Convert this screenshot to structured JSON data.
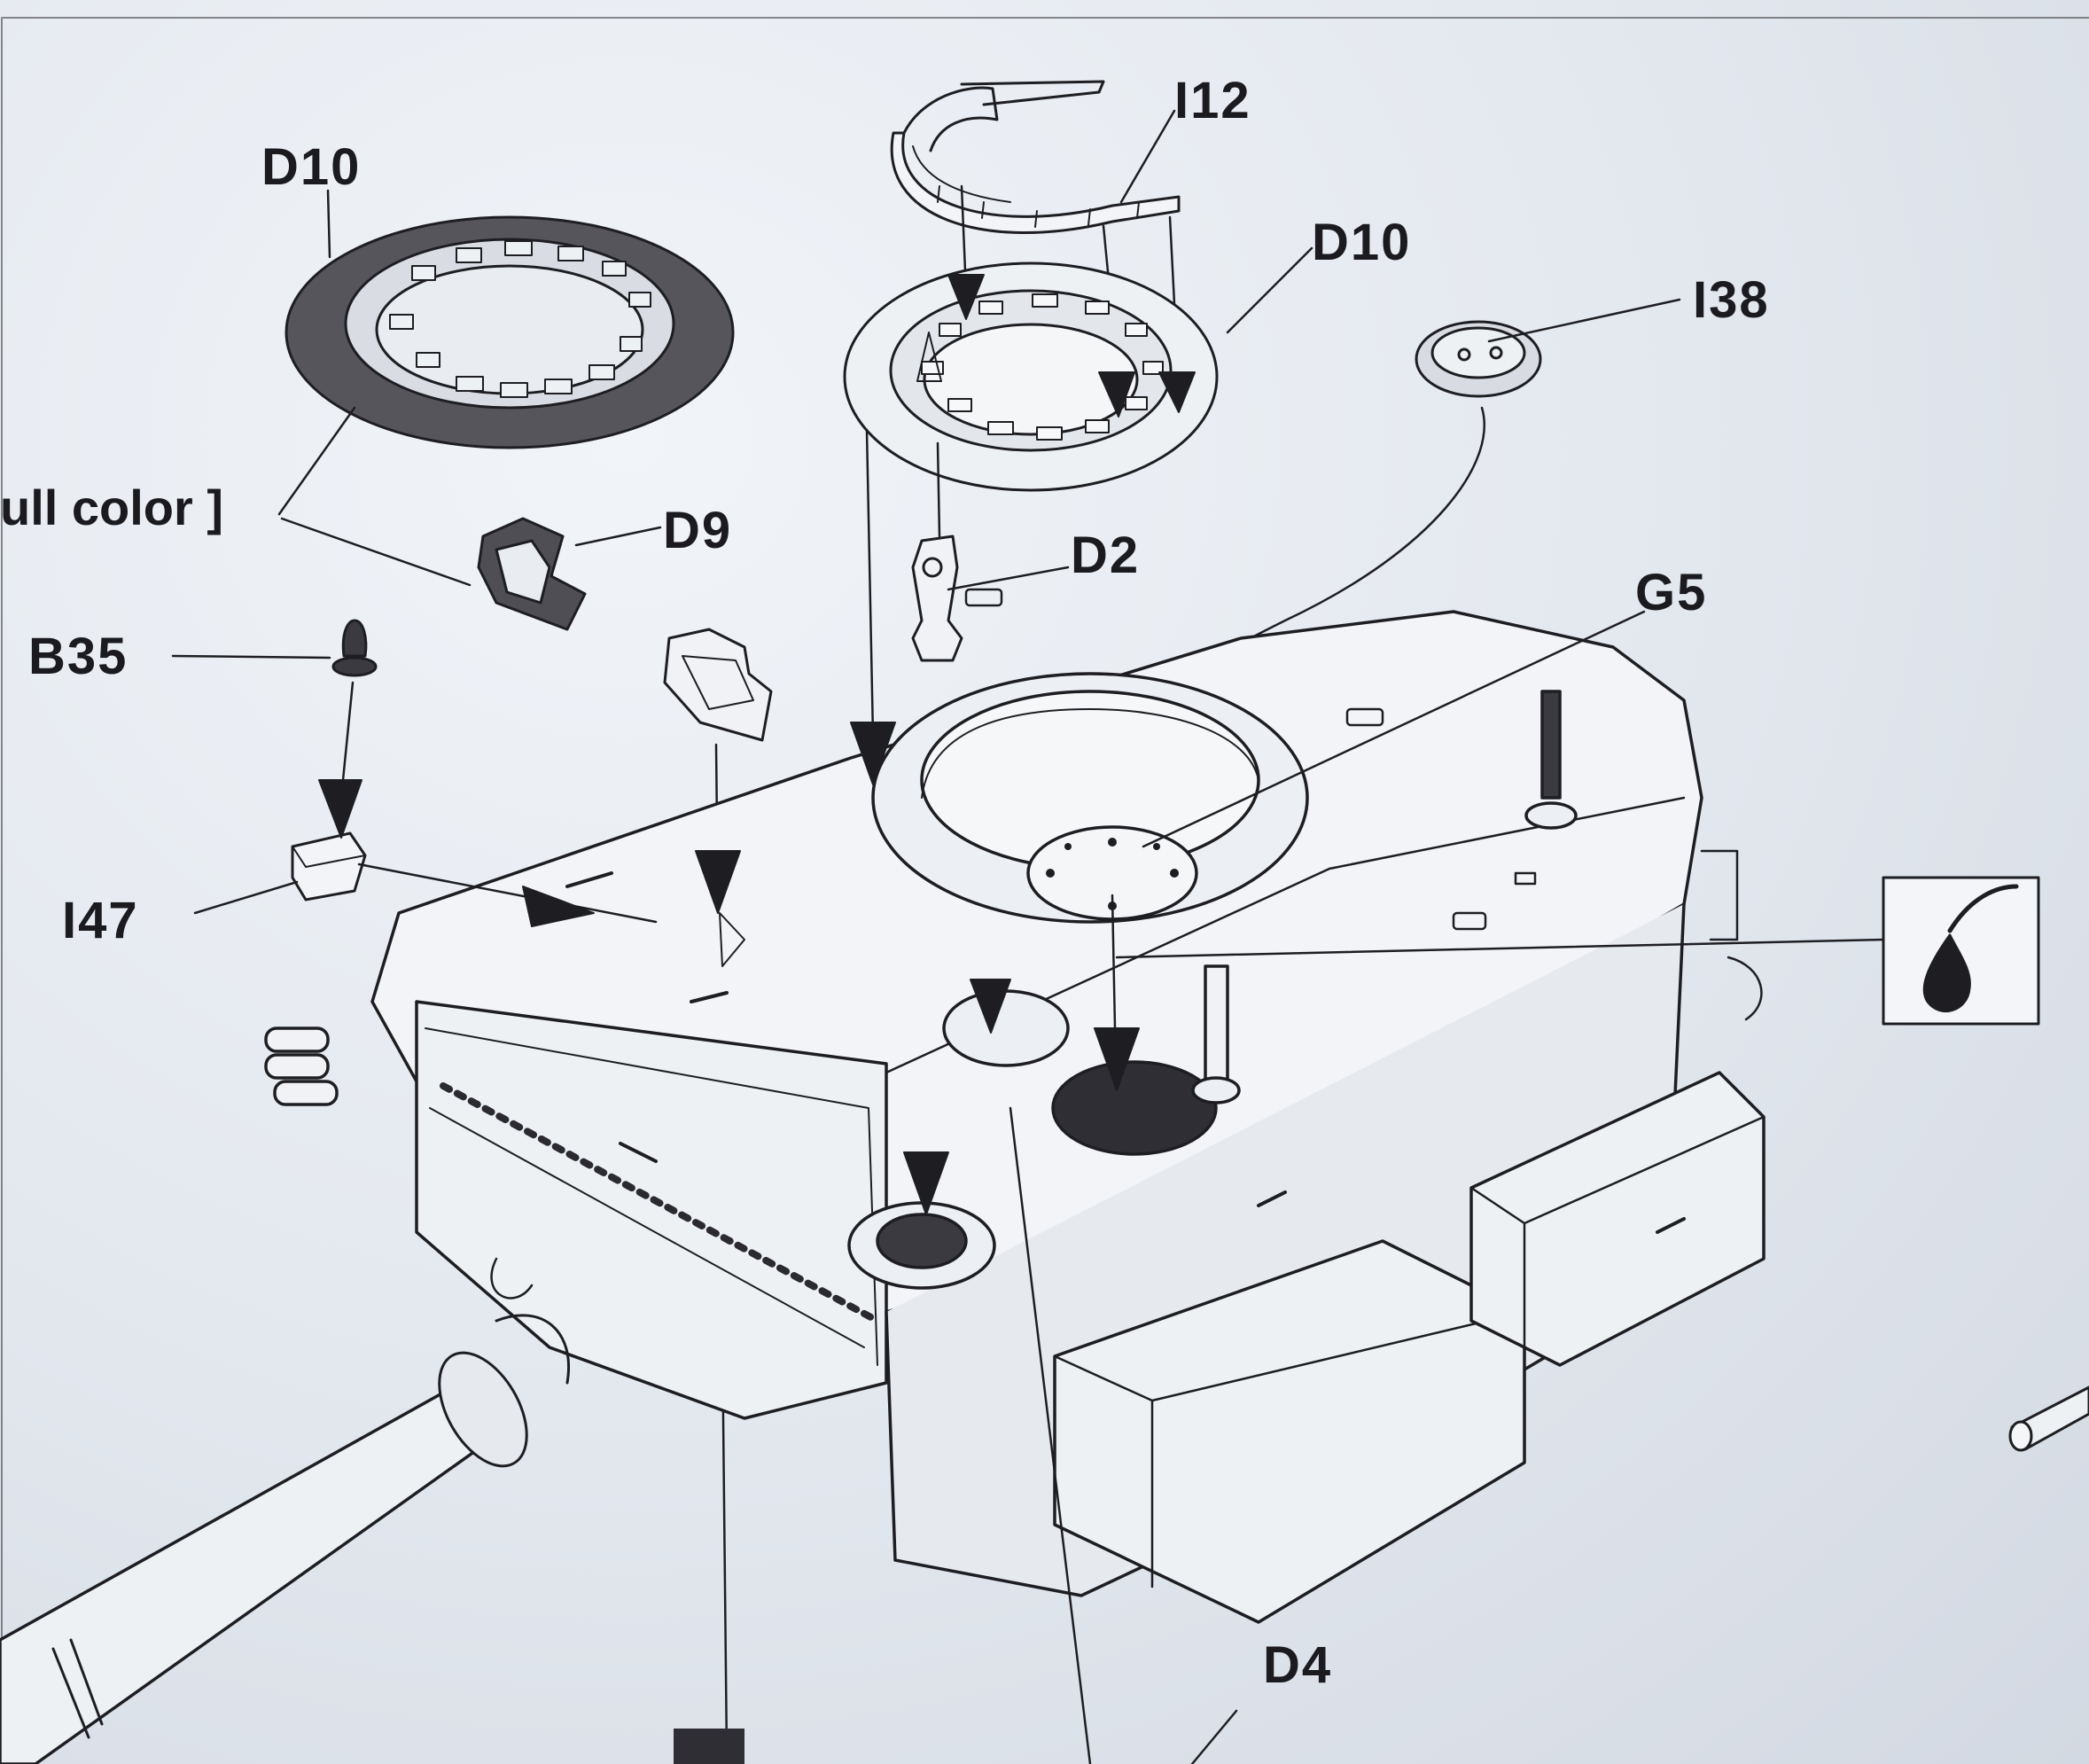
{
  "labels": {
    "d10_left": "D10",
    "d10_right": "D10",
    "i12": "I12",
    "i38": "I38",
    "d9": "D9",
    "d2": "D2",
    "g5": "G5",
    "b35": "B35",
    "i47": "I47",
    "d4": "D4"
  },
  "notes": {
    "full_color": "ull color ]"
  },
  "icons": {
    "paint_symbol": "paint-drop-icon"
  },
  "colors": {
    "line": "#1e1e22",
    "paper": "#e7ecf3",
    "dark_fill": "#4a4a50"
  }
}
